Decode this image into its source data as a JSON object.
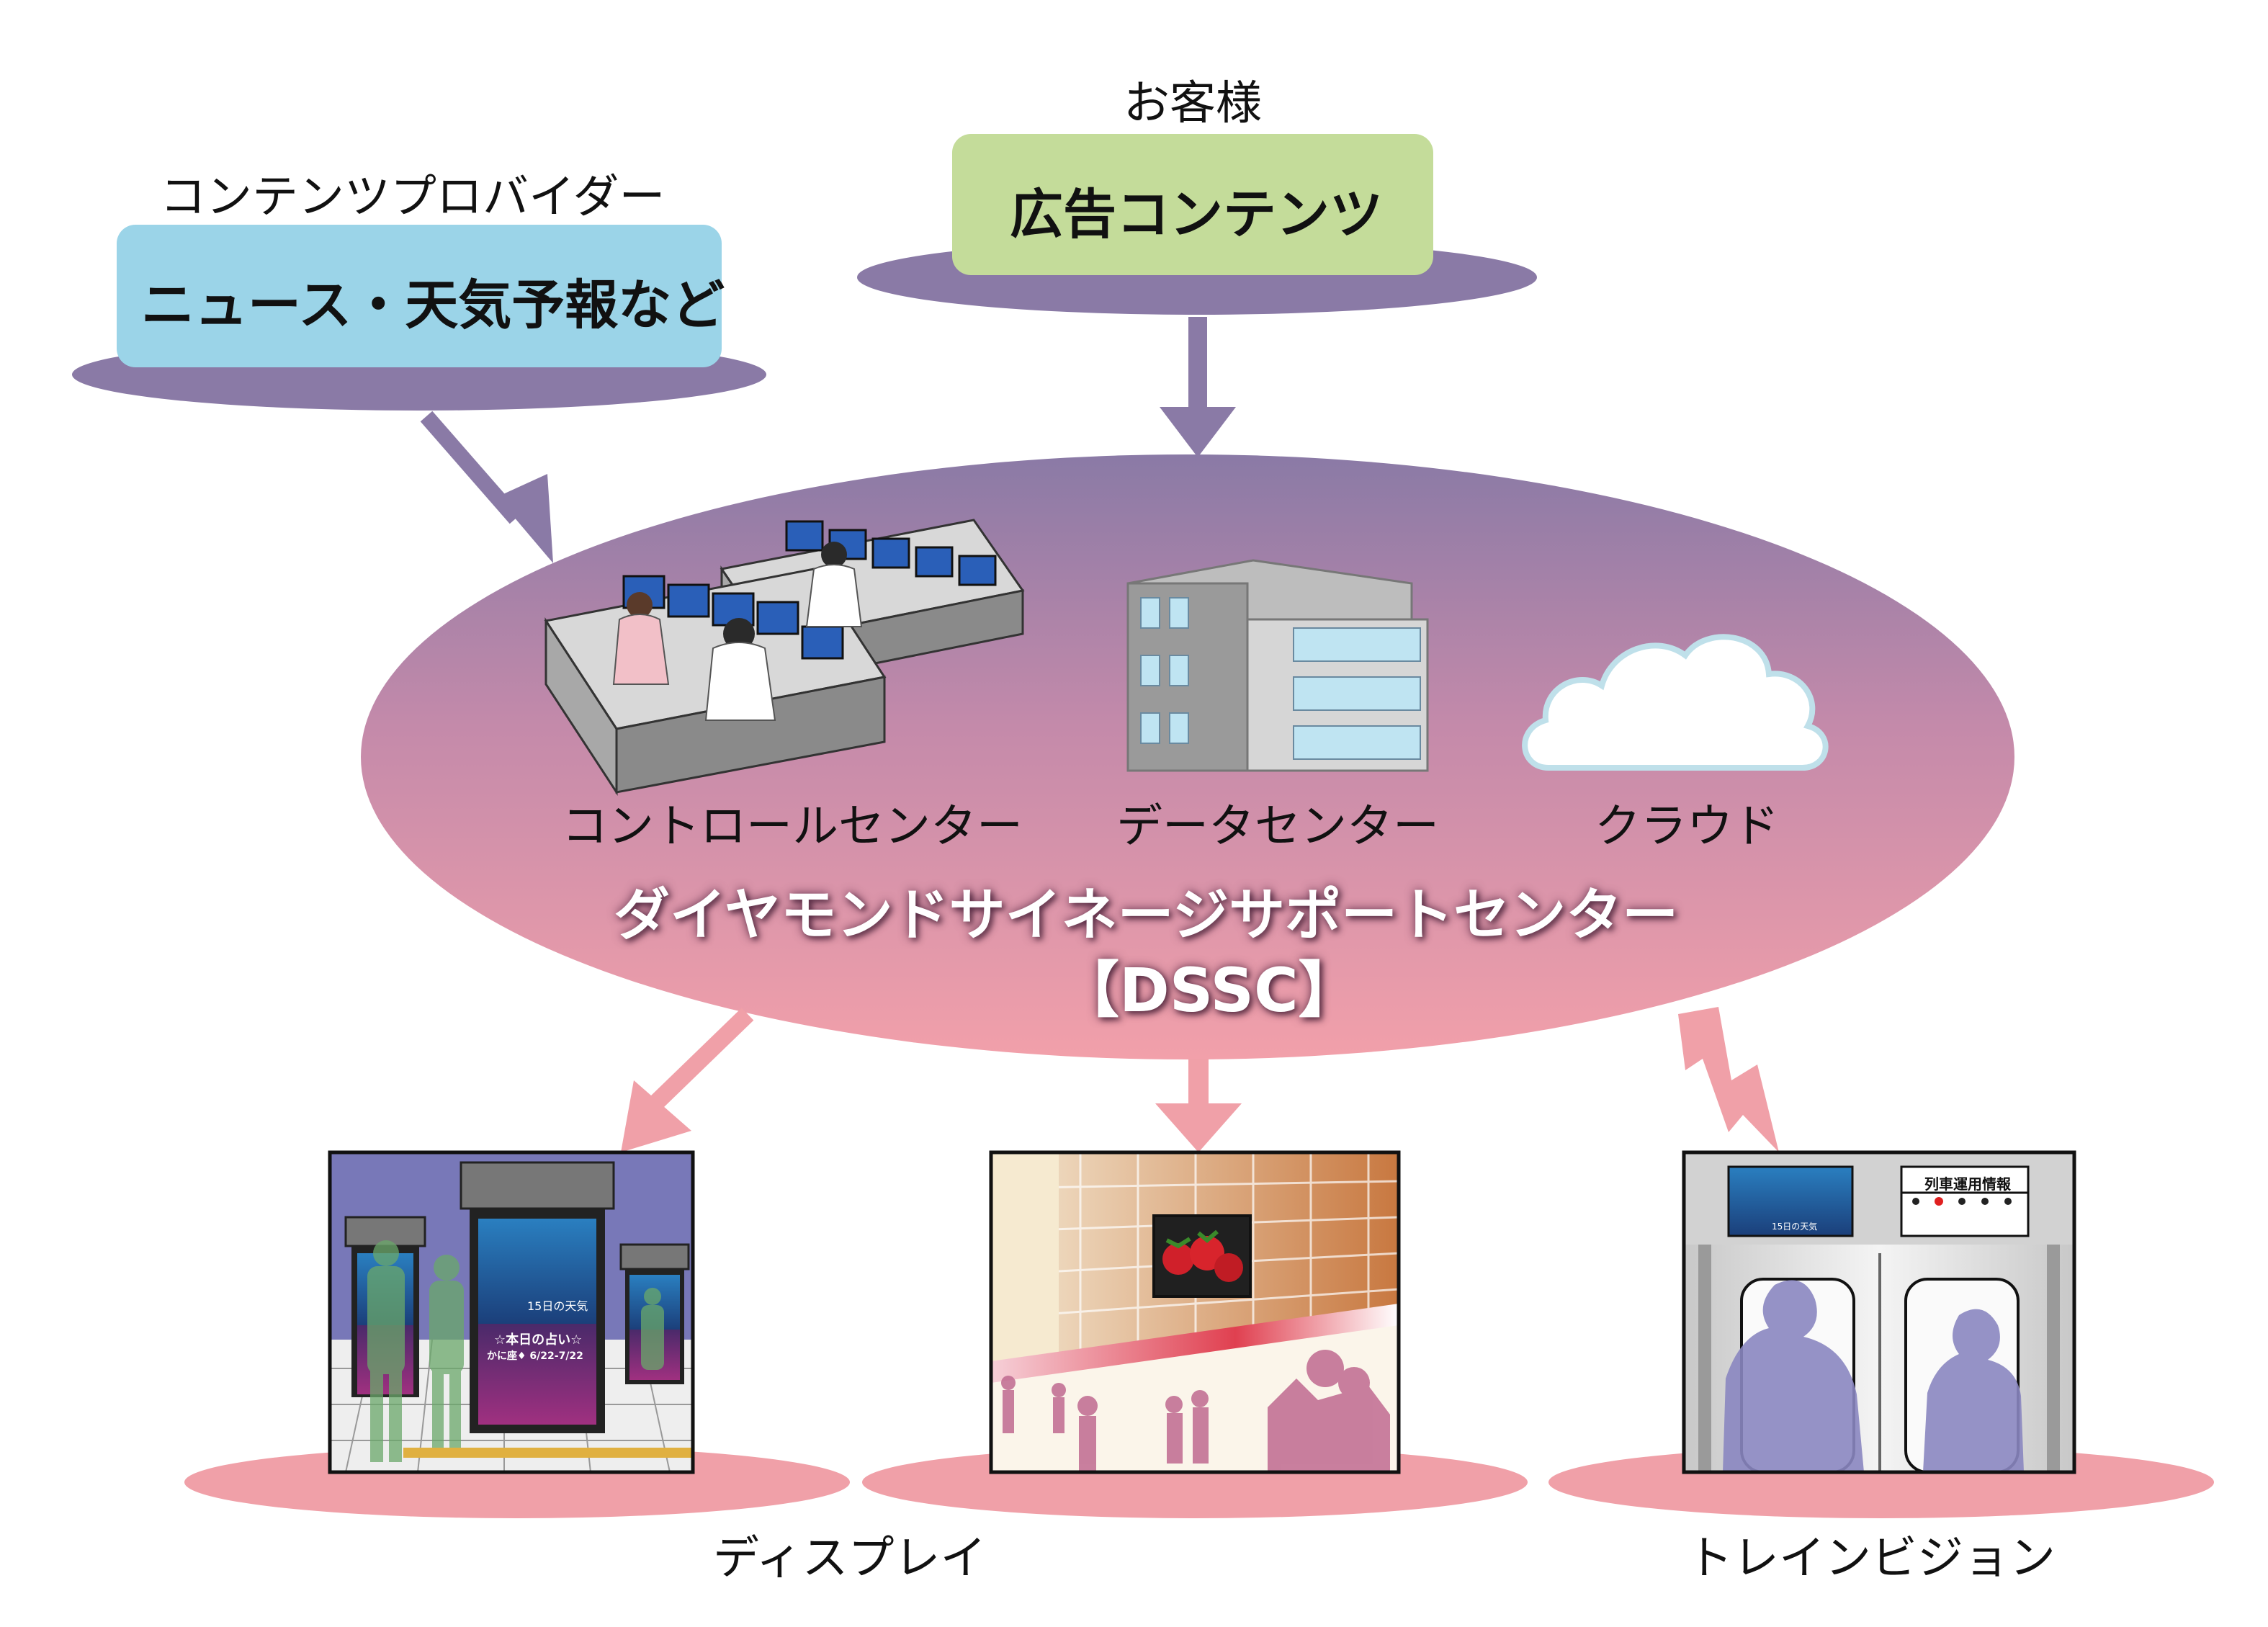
{
  "colors": {
    "ground": "#8a7aa6",
    "blue_box": "#9bd4e8",
    "green_box": "#c4dc9a",
    "ellipse_top": "#8a7aa6",
    "ellipse_bottom": "#f2a0aa",
    "pink_ground": "#f0a0a8",
    "purple_arrow": "#8a7aa6",
    "pink_arrow": "#f0a0a8"
  },
  "sources": {
    "provider": {
      "caption": "コンテンツプロバイダー",
      "label": "ニュース・天気予報など"
    },
    "customer": {
      "caption": "お客様",
      "label": "広告コンテンツ"
    }
  },
  "center": {
    "title": "ダイヤモンドサイネージサポートセンター",
    "subtitle": "【DSSC】",
    "items": [
      {
        "label": "コントロールセンター",
        "icon": "control-room-icon"
      },
      {
        "label": "データセンター",
        "icon": "building-icon"
      },
      {
        "label": "クラウド",
        "icon": "cloud-icon"
      }
    ]
  },
  "outputs": {
    "display_label": "ディスプレイ",
    "train_label": "トレインビジョン",
    "kiosk_screen": {
      "weather_title": "15日の天気",
      "fortune_title": "☆本日の占い☆",
      "fortune_sign": "かに座♦ 6/22-7/22"
    },
    "train_panel": {
      "weather_title": "15日の天気",
      "info_title": "列車運用情報"
    }
  }
}
